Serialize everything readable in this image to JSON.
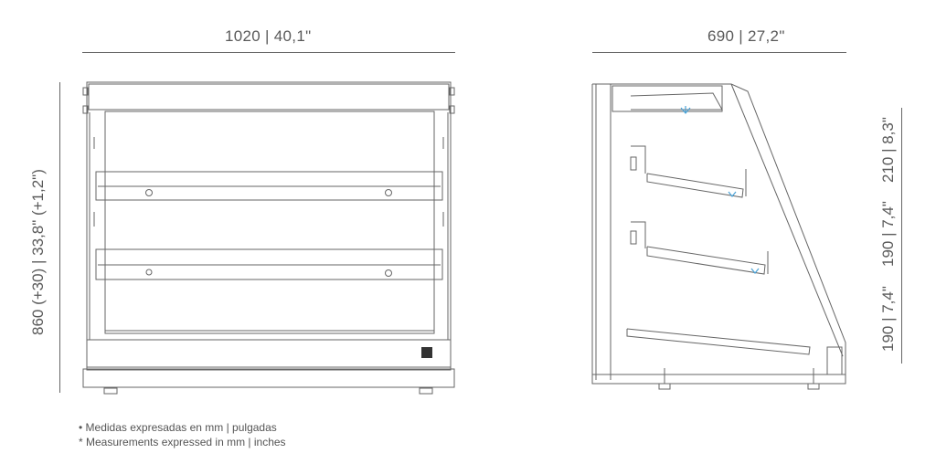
{
  "front_view": {
    "width_label": "1020  |  40,1\"",
    "height_label": "860  (+30)  |  33,8\"  (+1,2\")"
  },
  "side_view": {
    "depth_label": "690  |  27,2\"",
    "shelf_spacing_labels": [
      "190  |  7,4\"",
      "190  |  7,4\"",
      "210  |  8,3\""
    ]
  },
  "notes": {
    "es": "• Medidas expresadas en mm  |  pulgadas",
    "en": "* Measurements expressed in mm  |  inches"
  },
  "colors": {
    "line": "#666666",
    "accent": "#4aa3d8",
    "text": "#5a5a5a"
  }
}
